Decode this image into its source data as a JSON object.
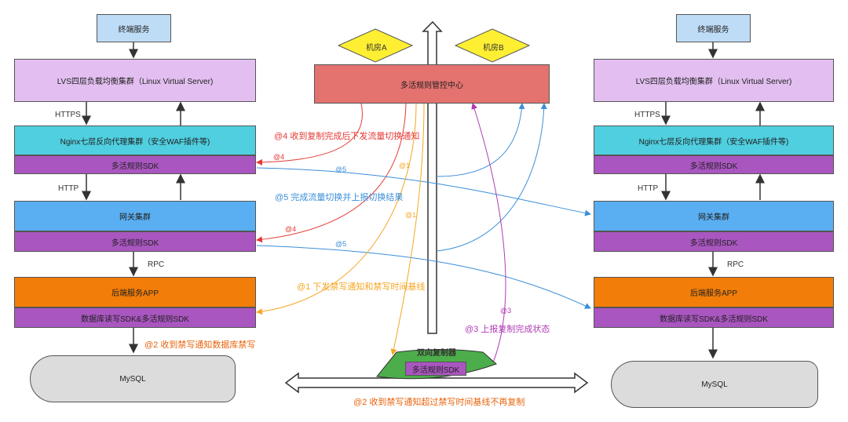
{
  "left": {
    "terminal": "终端服务",
    "lvs": "LVS四层负载均衡集群（Linux Virtual Server)",
    "https": "HTTPS",
    "nginx": "Nginx七层反向代理集群（安全WAF插件等)",
    "sdk1": "多活规则SDK",
    "http": "HTTP",
    "gateway": "网关集群",
    "sdk2": "多活规则SDK",
    "rpc": "RPC",
    "backend": "后端服务APP",
    "dbsdk": "数据库读写SDK&多活规则SDK",
    "mysql": "MySQL"
  },
  "right": {
    "terminal": "终端服务",
    "lvs": "LVS四层负载均衡集群（Linux Virtual Server)",
    "https": "HTTPS",
    "nginx": "Nginx七层反向代理集群（安全WAF插件等)",
    "sdk1": "多活规则SDK",
    "http": "HTTP",
    "gateway": "网关集群",
    "sdk2": "多活规则SDK",
    "rpc": "RPC",
    "backend": "后端服务APP",
    "dbsdk": "数据库读写SDK&多活规则SDK",
    "mysql": "MySQL"
  },
  "center": {
    "room_a": "机房A",
    "room_b": "机房B",
    "control": "多活规则管控中心",
    "replicator": "双向复制器",
    "replicator_sdk": "多活规则SDK"
  },
  "annotations": {
    "a4_main": "@4 收到复制完成后下发流量切换通知",
    "a5_main": "@5 完成流量切换并上报切换结果",
    "a1_main": "@1 下发禁写通知和禁写时间基线",
    "a3_main": "@3 上报复制完成状态",
    "a2_left": "@2 收到禁写通知数据库禁写",
    "a2_bottom": "@2 收到禁写通知超过禁写时间基线不再复制",
    "a4_s1": "@4",
    "a4_s2": "@4",
    "a5_s1": "@5",
    "a5_s2": "@5",
    "a1_s1": "@1",
    "a1_s2": "@1",
    "a3_s": "@3"
  },
  "colors": {
    "terminal": "#bfdcf7",
    "lvs": "#e2bff0",
    "nginx": "#4fcfe0",
    "sdk": "#a956c0",
    "gateway": "#5aaff2",
    "backend": "#f27d08",
    "mysql": "#dcdcdc",
    "control": "#e4726f",
    "room": "#ffef33",
    "replicator": "#4cae4a",
    "red": "#e53935",
    "blue": "#3a8fd8",
    "orange": "#f5a623",
    "purple": "#b03ab5",
    "orange_text": "#e8640c"
  }
}
